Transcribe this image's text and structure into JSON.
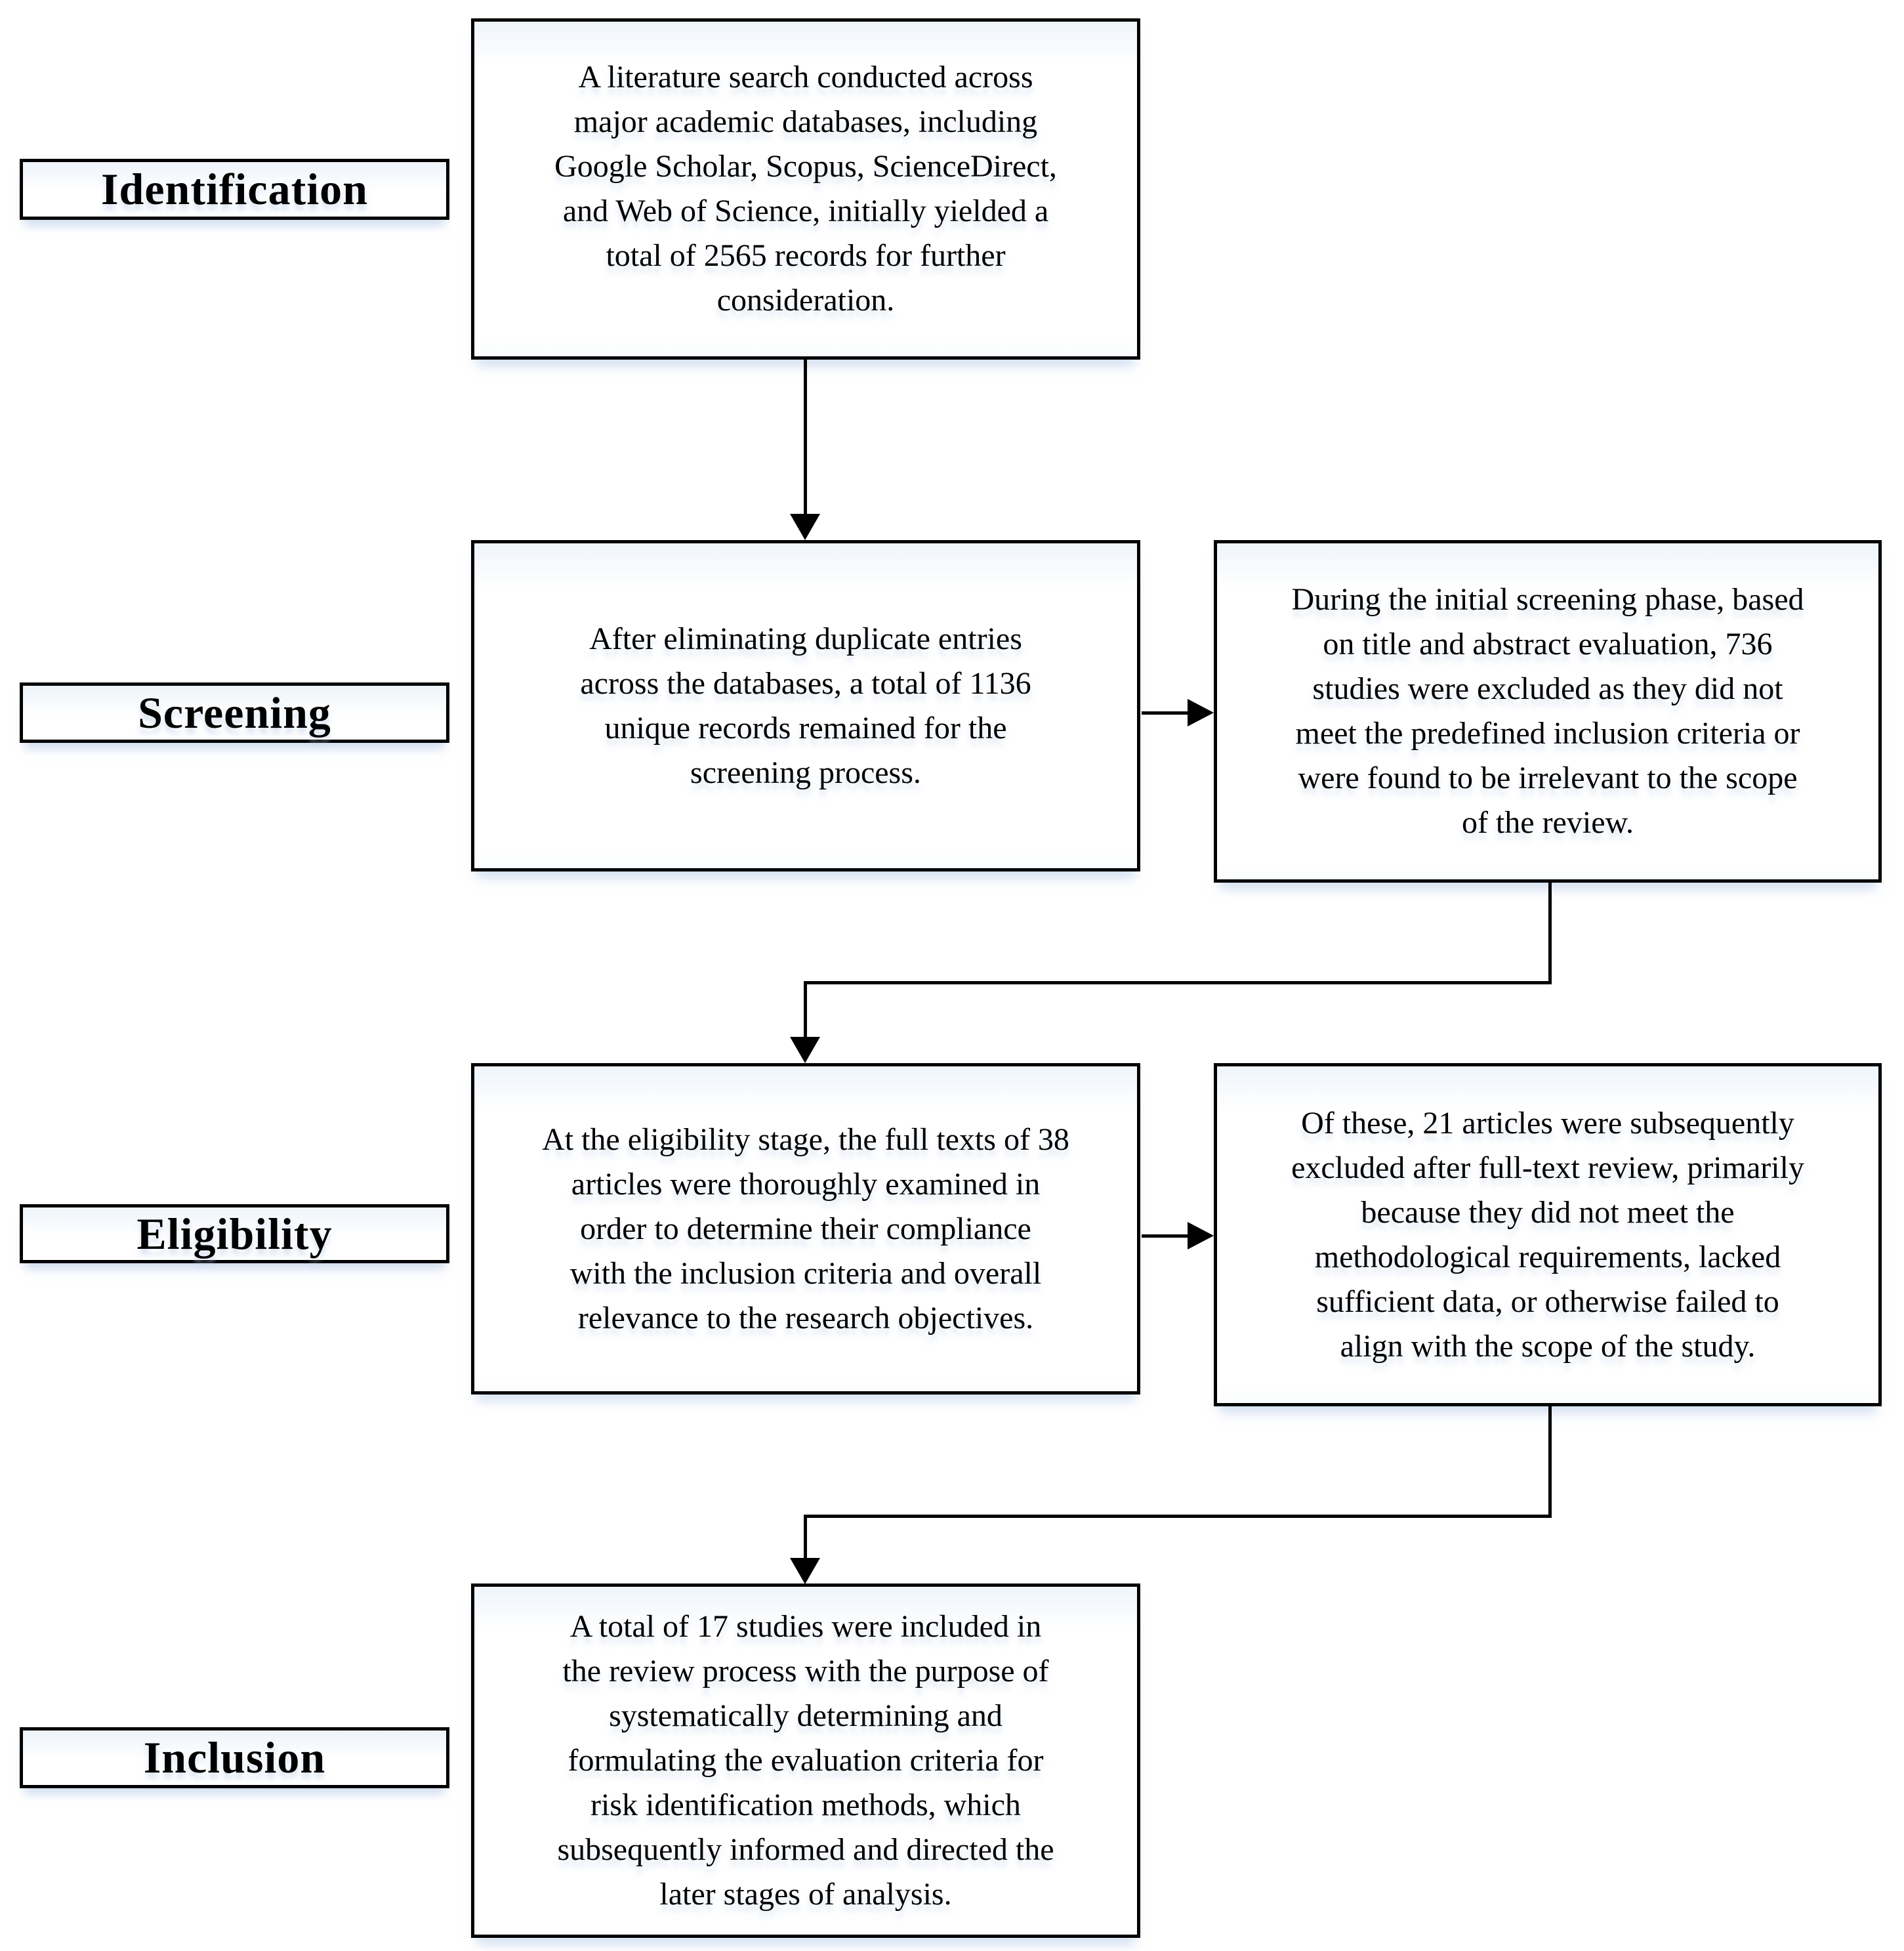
{
  "colors": {
    "ink": "#000000",
    "paper": "#ffffff",
    "halo_tint": "#dce7f5"
  },
  "stages": {
    "identification": {
      "label": "Identification",
      "main": "A literature search conducted across\nmajor academic databases, including\nGoogle Scholar, Scopus, ScienceDirect,\nand Web of Science, initially yielded a\ntotal of 2565 records for further\nconsideration."
    },
    "screening": {
      "label": "Screening",
      "main": "After eliminating duplicate entries\nacross the databases, a total of 1136\nunique records remained for the\nscreening process.",
      "excluded": "During the initial screening phase, based\non title and abstract evaluation, 736\nstudies were excluded as they did not\nmeet the predefined inclusion criteria or\nwere found to be irrelevant to the scope\nof the review."
    },
    "eligibility": {
      "label": "Eligibility",
      "main": "At the eligibility stage, the full texts of 38\narticles were thoroughly examined in\norder to determine their compliance\nwith the inclusion criteria and overall\nrelevance to the research objectives.",
      "excluded": "Of these, 21 articles were subsequently\nexcluded after full-text review, primarily\nbecause they did not meet the\nmethodological requirements, lacked\nsufficient data, or otherwise failed to\nalign with the scope of the study."
    },
    "inclusion": {
      "label": "Inclusion",
      "main": "A total of 17 studies were included in\nthe review process with the purpose of\nsystematically determining and\nformulating the evaluation criteria for\nrisk identification methods, which\nsubsequently informed and directed the\nlater stages of analysis."
    }
  }
}
